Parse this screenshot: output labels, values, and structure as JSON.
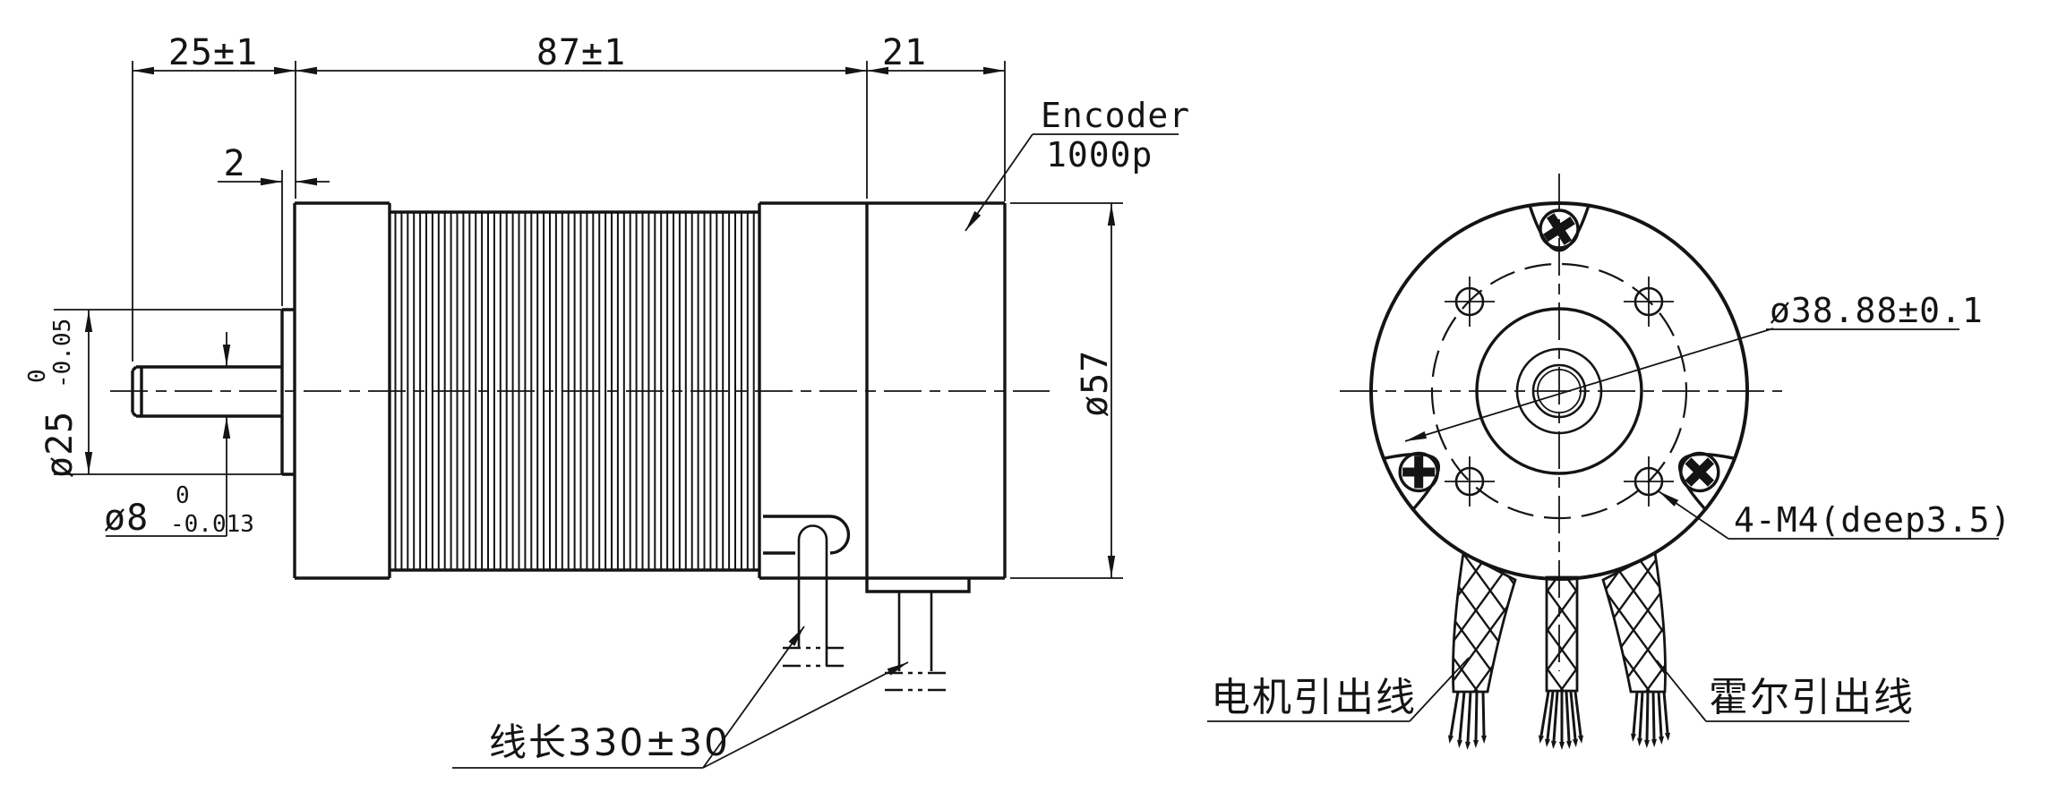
{
  "drawing_type": "motor outline drawing",
  "colors": {
    "line": "#141414",
    "background": "#ffffff"
  },
  "side_view": {
    "dim_shaft_length": "25±1",
    "dim_body_length": "87±1",
    "dim_encoder_length": "21",
    "dim_boss_step": "2",
    "encoder_label_line1": "Encoder",
    "encoder_label_line2": "1000p",
    "boss_diameter": {
      "main": "ø25",
      "tol_upper": "0",
      "tol_lower": "-0.05"
    },
    "shaft_diameter": {
      "main": "ø8",
      "tol_upper": "0",
      "tol_lower": "-0.013"
    },
    "body_diameter": "ø57",
    "wire_length": "线长330±30"
  },
  "front_view": {
    "bolt_circle_diameter": "ø38.88±0.1",
    "mounting_holes": "4-M4(deep3.5)",
    "motor_leads_label": "电机引出线",
    "hall_leads_label": "霍尔引出线"
  }
}
